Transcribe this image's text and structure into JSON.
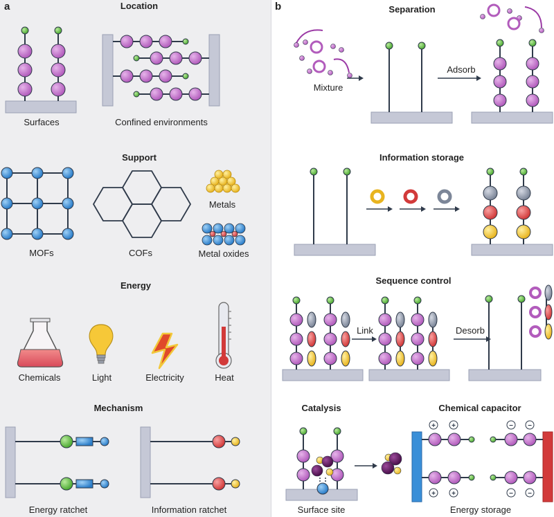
{
  "colors": {
    "panel_a_bg": "#eeeef0",
    "support_bar": "#c5c8d6",
    "stick": "#2f3a4a",
    "purple": "#c070c8",
    "dark_purple": "#5a1a5a",
    "green": "#6cc24a",
    "blue": "#3a8fd8",
    "gold": "#f2c83a",
    "red": "#e04a4a",
    "grey": "#8c96a8"
  },
  "panel_a": {
    "label": "a",
    "location": {
      "title": "Location",
      "surfaces": "Surfaces",
      "confined": "Confined environments"
    },
    "support": {
      "title": "Support",
      "mofs": "MOFs",
      "cofs": "COFs",
      "metals": "Metals",
      "metal_oxides": "Metal oxides"
    },
    "energy": {
      "title": "Energy",
      "chemicals": "Chemicals",
      "light": "Light",
      "electricity": "Electricity",
      "heat": "Heat"
    },
    "mechanism": {
      "title": "Mechanism",
      "energy_ratchet": "Energy ratchet",
      "information_ratchet": "Information ratchet"
    }
  },
  "panel_b": {
    "label": "b",
    "separation": {
      "title": "Separation",
      "mixture": "Mixture",
      "adsorb": "Adsorb"
    },
    "information_storage": {
      "title": "Information storage"
    },
    "sequence_control": {
      "title": "Sequence control",
      "link": "Link",
      "desorb": "Desorb"
    },
    "catalysis": {
      "title": "Catalysis",
      "surface_site": "Surface site"
    },
    "capacitor": {
      "title": "Chemical capacitor",
      "energy_storage": "Energy storage",
      "plus": "+",
      "minus": "−"
    }
  }
}
